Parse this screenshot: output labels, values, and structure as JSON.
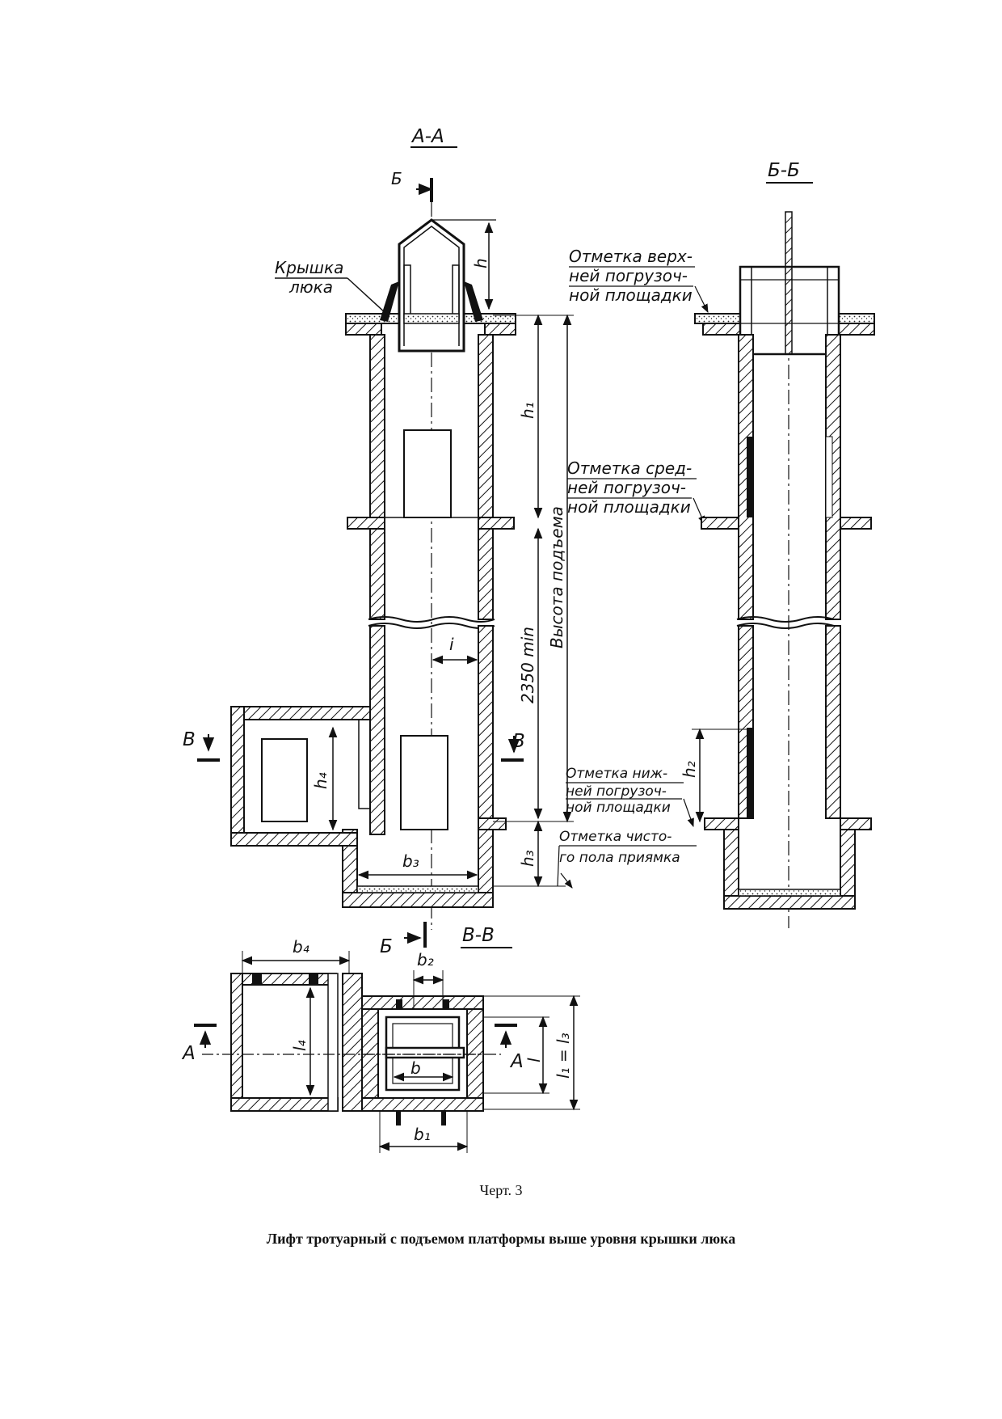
{
  "figure": {
    "number_label": "Черт. 3",
    "title": "Лифт тротуарный с подъемом платформы выше уровня крышки люка"
  },
  "sections": {
    "aa": {
      "title": "А-А",
      "cut_mark": "Б"
    },
    "bb": {
      "title": "Б-Б"
    },
    "vv": {
      "title": "В-В",
      "cut_mark": "Б",
      "side_mark_left": "А",
      "side_mark_right": "А"
    },
    "side_v_left": "В",
    "side_v_right": "В"
  },
  "callouts": {
    "hatch_cover": [
      "Крышка",
      "люка"
    ],
    "upper_level": [
      "Отметка верх-",
      "ней погрузоч-",
      "ной площадки"
    ],
    "middle_level": [
      "Отметка сред-",
      "ней погрузоч-",
      "ной площадки"
    ],
    "lower_level": [
      "Отметка ниж-",
      "ней погрузоч-",
      "ной площадки"
    ],
    "pit_floor": [
      "Отметка чисто-",
      "го пола приямка"
    ]
  },
  "dimensions": {
    "h": "h",
    "h1": "h₁",
    "h2": "h₂",
    "h3": "h₃",
    "h4": "h₄",
    "i": "i",
    "lift_height": "Высота подъема",
    "min_clearance": "2350 min",
    "b": "b",
    "b1": "b₁",
    "b2": "b₂",
    "b3": "b₃",
    "b4": "b₄",
    "l": "l",
    "l1_l3": "l₁ = l₃",
    "l4": "l₄"
  }
}
